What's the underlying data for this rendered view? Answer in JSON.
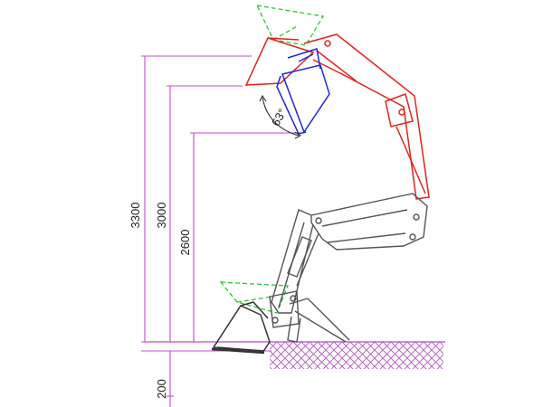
{
  "dimensions": [
    {
      "label": "3300",
      "value_mm": 3300
    },
    {
      "label": "3000",
      "value_mm": 3000
    },
    {
      "label": "2600",
      "value_mm": 2600
    },
    {
      "label": "200",
      "value_mm": 200
    }
  ],
  "angle": {
    "label": "63°"
  },
  "colors": {
    "dimension": "#c14bc8",
    "hatch": "#b24cc0",
    "red_position": "#e2231a",
    "blue_position": "#1f29d6",
    "green_position": "#2ec52e",
    "machine": "#555555"
  }
}
